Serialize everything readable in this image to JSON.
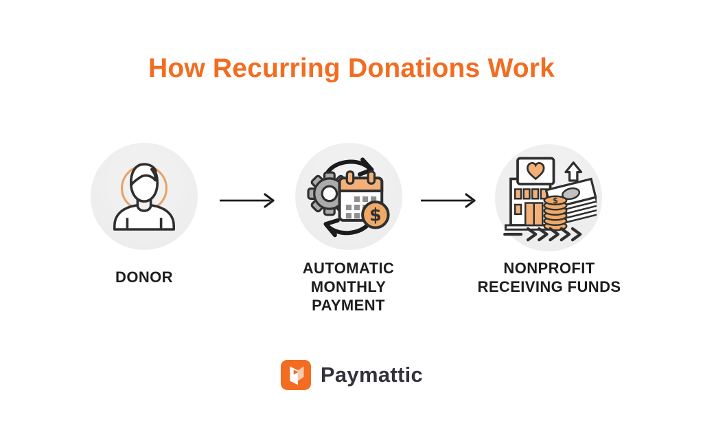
{
  "title": "How Recurring Donations Work",
  "colors": {
    "accent_orange": "#F26D21",
    "icon_fill_orange_light": "#F2B179",
    "icon_fill_orange_coin": "#EFA968",
    "halo_ring_orange": "#E8A266",
    "circle_background": "#EFEFEF",
    "outline_dark": "#2F2F2F",
    "label_text": "#1D1D1D",
    "brand_text": "#33323B"
  },
  "steps": [
    {
      "icon": "donor-person-icon",
      "lines": [
        "DONOR"
      ]
    },
    {
      "icon": "automatic-payment-cycle-icon",
      "lines": [
        "AUTOMATIC",
        "MONTHLY",
        "PAYMENT"
      ]
    },
    {
      "icon": "nonprofit-building-funds-icon",
      "lines": [
        "NONPROFIT",
        "RECEIVING FUNDS"
      ]
    }
  ],
  "connectors": [
    {
      "icon": "right-arrow-icon"
    },
    {
      "icon": "right-arrow-icon"
    }
  ],
  "footer": {
    "brand_name": "Paymattic",
    "logo_icon": "paymattic-logo-icon"
  }
}
